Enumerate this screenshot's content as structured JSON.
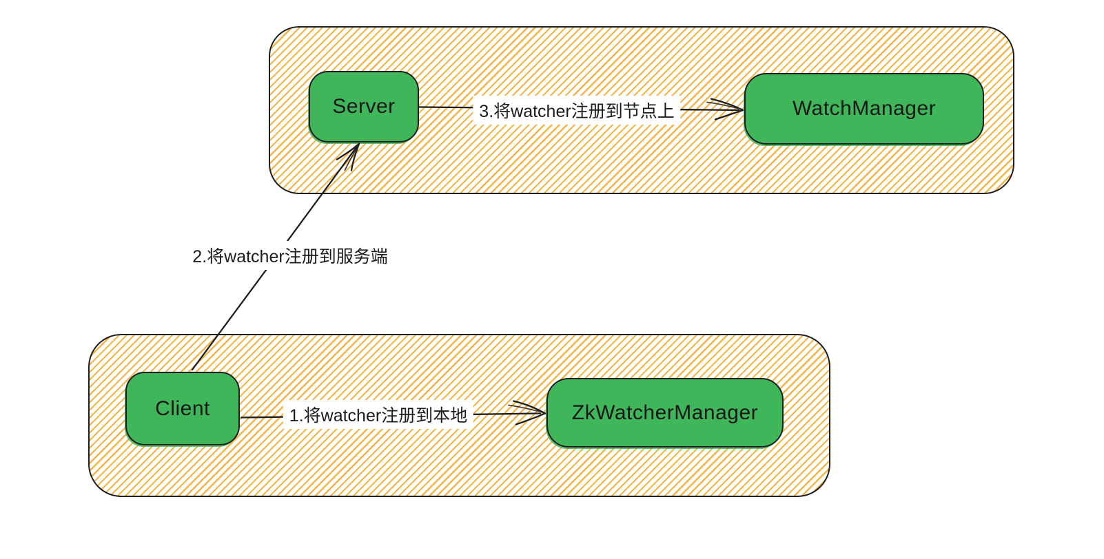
{
  "colors": {
    "background": "#ffffff",
    "node_fill": "#3fb65a",
    "stroke": "#1e1e1e",
    "hatch_line": "#f7b446",
    "text": "#1b1b1b"
  },
  "groups": {
    "server_group": {
      "style": "yellow-hatched",
      "contains": [
        "server",
        "watch_manager"
      ]
    },
    "client_group": {
      "style": "yellow-hatched",
      "contains": [
        "client",
        "zk_watcher_manager"
      ]
    }
  },
  "nodes": {
    "server": {
      "label": "Server"
    },
    "watch_manager": {
      "label": "WatchManager"
    },
    "client": {
      "label": "Client"
    },
    "zk_watcher_manager": {
      "label": "ZkWatcherManager"
    }
  },
  "edges": [
    {
      "id": "1",
      "from": "client",
      "to": "zk_watcher_manager",
      "label": "1.将watcher注册到本地"
    },
    {
      "id": "2",
      "from": "client",
      "to": "server",
      "label": "2.将watcher注册到服务端"
    },
    {
      "id": "3",
      "from": "server",
      "to": "watch_manager",
      "label": "3.将watcher注册到节点上"
    }
  ]
}
